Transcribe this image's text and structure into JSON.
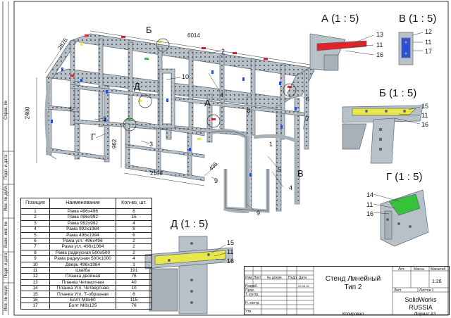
{
  "drawing": {
    "dimensions": {
      "length": "6014",
      "depth": "2876",
      "height": "2480",
      "inner_width": "2108",
      "inner_height": "962",
      "inner_depth": "496"
    },
    "detail_markers": {
      "a": "А",
      "b": "Б",
      "v": "В",
      "g": "Г",
      "d": "Д"
    },
    "callouts": {
      "c1a": "1",
      "c1b": "1",
      "c2a": "2",
      "c2b": "2",
      "c3": "3",
      "c4a": "4",
      "c4b": "4",
      "c5": "5",
      "c6": "6",
      "c7": "7",
      "c8": "8",
      "c9a": "9",
      "c9b": "9",
      "c10": "10"
    }
  },
  "details": {
    "a": {
      "title": "А (1 : 5)",
      "labels": [
        "13",
        "11",
        "16"
      ]
    },
    "b_top": {
      "title": "В (1 : 5)",
      "labels": [
        "12",
        "11",
        "17"
      ]
    },
    "b": {
      "title": "Б (1 : 5)",
      "labels": [
        "15",
        "11",
        "16"
      ]
    },
    "g": {
      "title": "Г (1 : 5)",
      "labels": [
        "14",
        "11",
        "16"
      ]
    },
    "d": {
      "title": "Д (1 : 5)",
      "labels": [
        "15",
        "11",
        "16"
      ]
    }
  },
  "spec_table": {
    "headers": [
      "Позиция",
      "Наименование",
      "Кол-во, шт."
    ],
    "rows": [
      [
        "1",
        "Рама 496х496",
        "8"
      ],
      [
        "2",
        "Рама 496х992",
        "15"
      ],
      [
        "3",
        "Рама 992х992",
        "4"
      ],
      [
        "4",
        "Рама 992х1984",
        "8"
      ],
      [
        "5",
        "Рама 496х1984",
        "6"
      ],
      [
        "6",
        "Рама угл. 496х496",
        "2"
      ],
      [
        "7",
        "Рама угл. 496х1984",
        "2"
      ],
      [
        "8",
        "Рама радиусная 500х500",
        "2"
      ],
      [
        "9",
        "Рама радиусная 500х1000",
        "4"
      ],
      [
        "10",
        "Дверь 496х1984",
        "1"
      ],
      [
        "11",
        "Шайба",
        "191"
      ],
      [
        "12",
        "Планка двойная",
        "76"
      ],
      [
        "13",
        "Планка Четвертная",
        "40"
      ],
      [
        "14",
        "Планка Угл. Четвертная",
        "10"
      ],
      [
        "15",
        "Планка Угл. Т-образная",
        "6"
      ],
      [
        "16",
        "Болт М8х60",
        "115"
      ],
      [
        "17",
        "Болт М8х125",
        "76"
      ]
    ]
  },
  "side_strip": {
    "s1": "Справ. №",
    "s2": "Подп. и дата",
    "s3": "Инв. № дубл.",
    "s4": "Взам. инв. №",
    "s5": "Подп. и дата",
    "s6": "Инв. № подл."
  },
  "title_block": {
    "labels": {
      "izm": "Изм.",
      "list": "Лист",
      "ndoc": "№ докум.",
      "podp": "Подп.",
      "data": "Дата",
      "razrab": "Разраб.",
      "prov": "Пров.",
      "tkontr": "Т. контр.",
      "nkontr": "Н. контр.",
      "utv": "Утв.",
      "lit": "Лит.",
      "massa": "Масса",
      "masshtab": "Масштаб",
      "list2": "Лист",
      "listov": "Листов 1"
    },
    "date": "22.06.16",
    "title_line1": "Стенд Линейный",
    "title_line2": "Тип 2",
    "scale": "1:28",
    "company_line1": "SolidWorks",
    "company_line2": "RUSSIA"
  },
  "footer": {
    "kopiroval": "Копировал",
    "format": "Формат А3"
  },
  "colors": {
    "frame": "#9aa3ad",
    "frame_dark": "#5f6872",
    "red_plate": "#e0232b",
    "blue_plate": "#2b4fd6",
    "yellow_plate": "#e8e84a",
    "green_plate": "#36c23a"
  }
}
